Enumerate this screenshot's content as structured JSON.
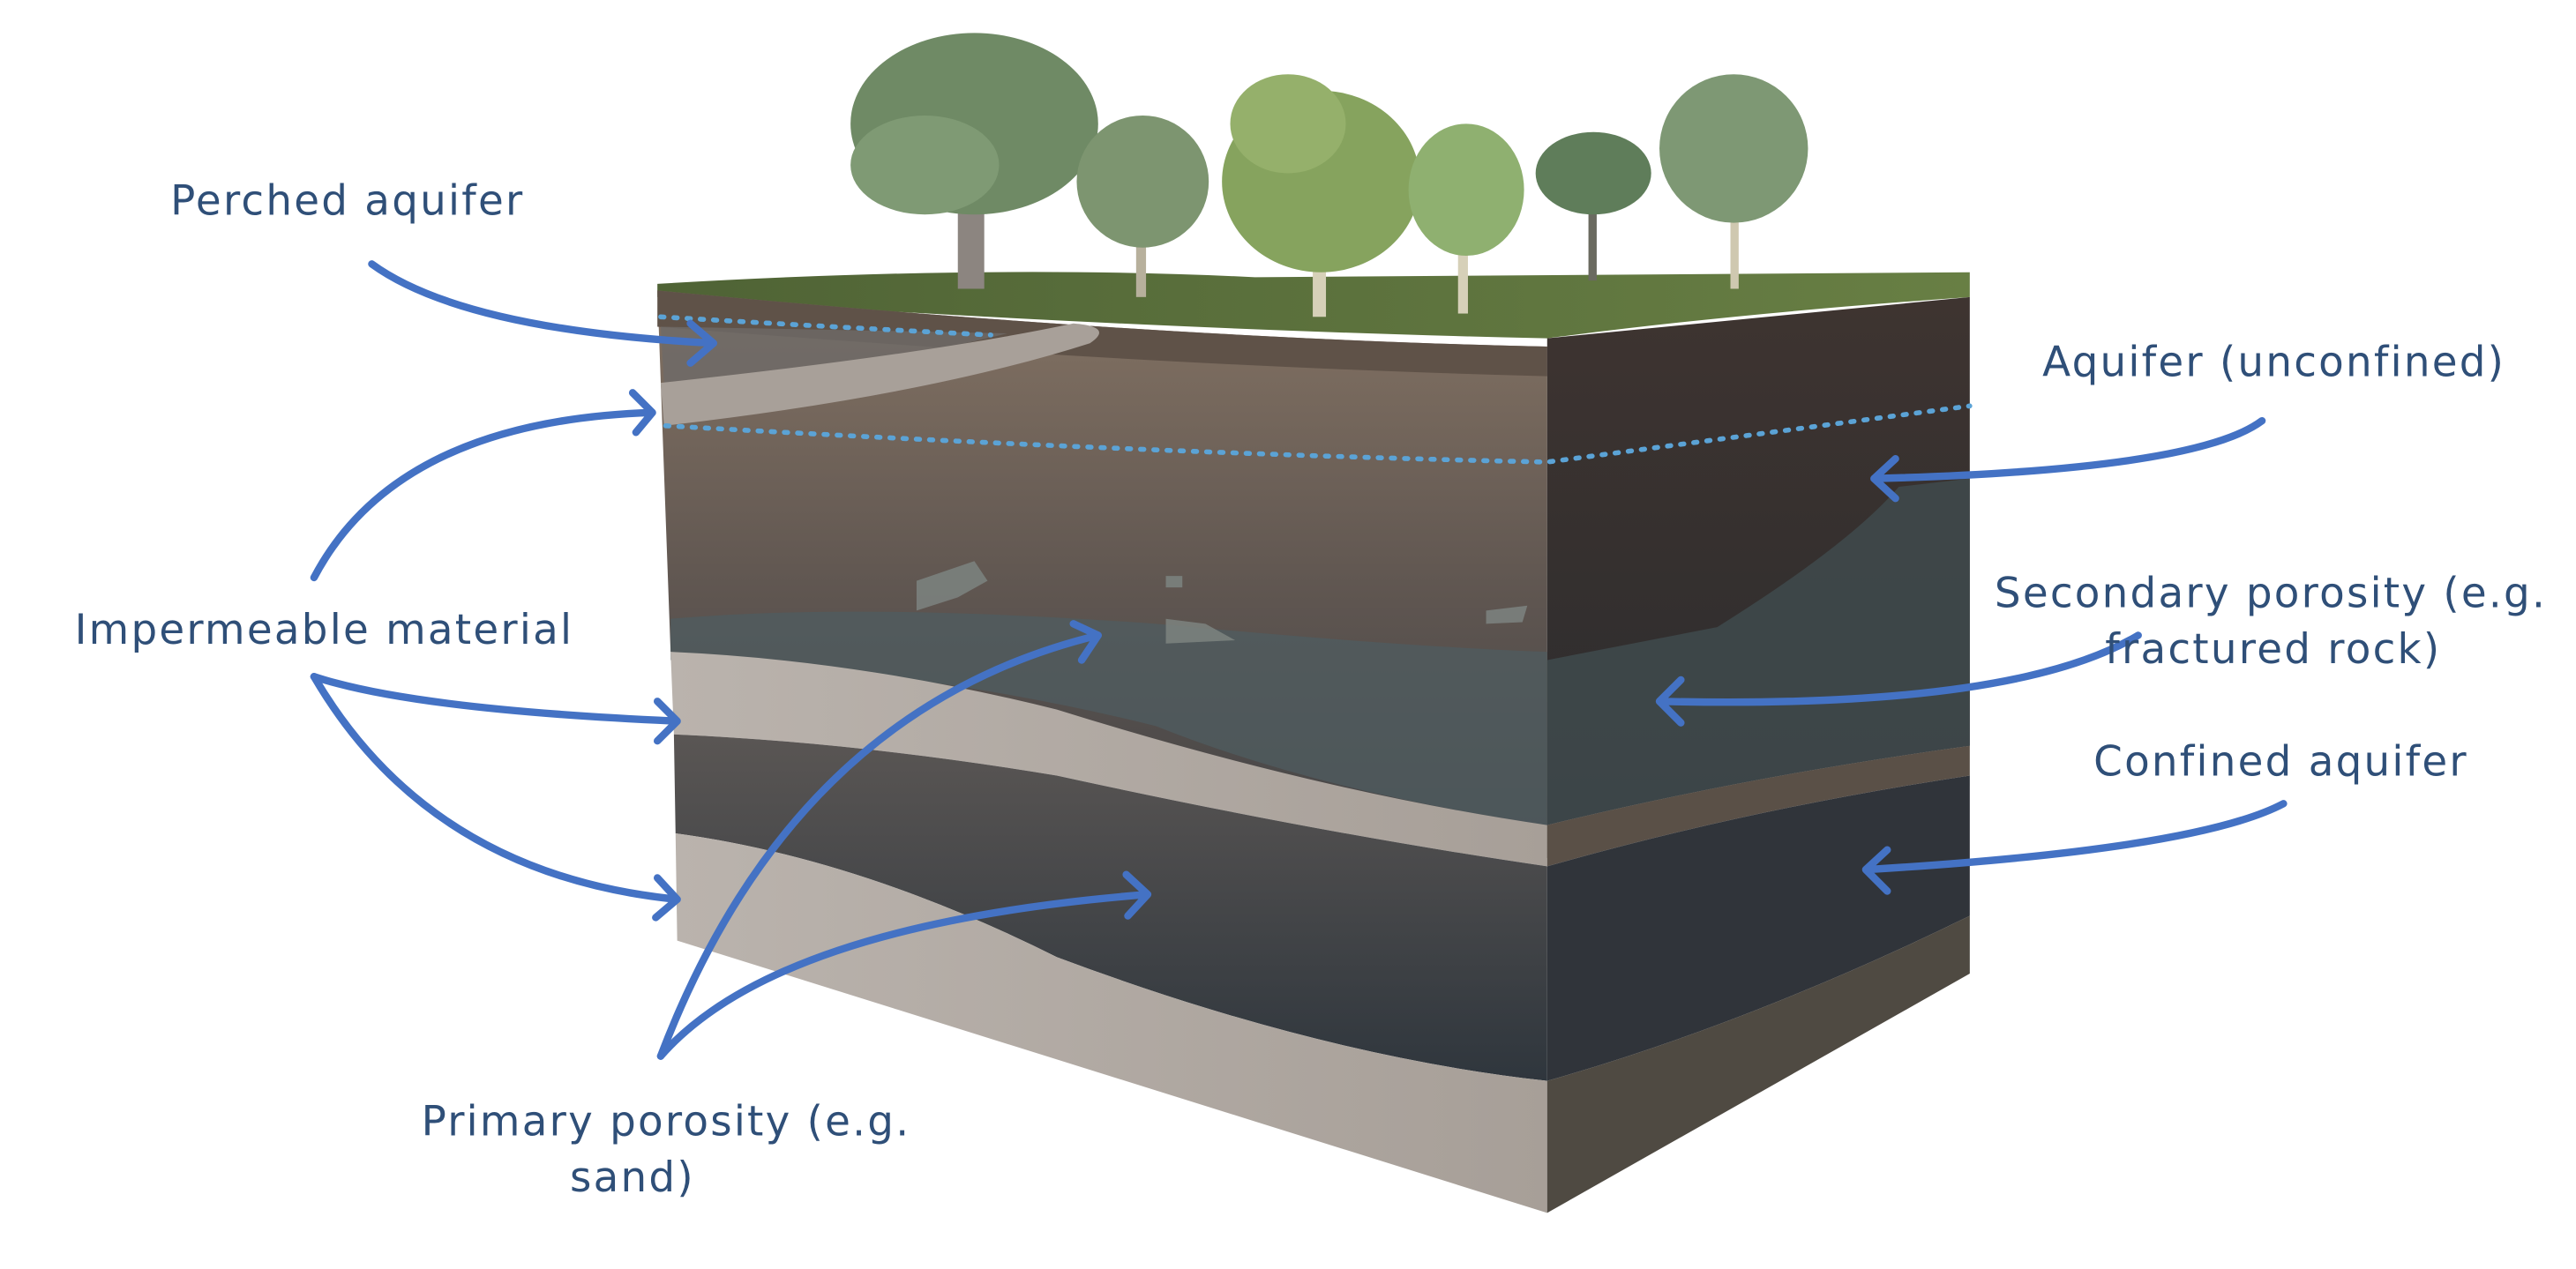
{
  "labels": {
    "perched_aquifer": "Perched aquifer",
    "impermeable_material": "Impermeable material",
    "primary_porosity_line1": "Primary porosity (e.g.",
    "primary_porosity_line2": "sand)",
    "aquifer_unconfined": "Aquifer (unconfined)",
    "secondary_porosity_line1": "Secondary porosity (e.g.",
    "secondary_porosity_line2": "fractured rock)",
    "confined_aquifer": "Confined aquifer"
  },
  "colors": {
    "label_text": "#2f4f78",
    "arrow": "#4472c4",
    "water_table": "#5ba3d6",
    "grass": "#5d7a3e",
    "impermeable_layer": "#b3aba4",
    "soil": "#7a6b60",
    "aquifer_dark": "#3a3c40"
  }
}
